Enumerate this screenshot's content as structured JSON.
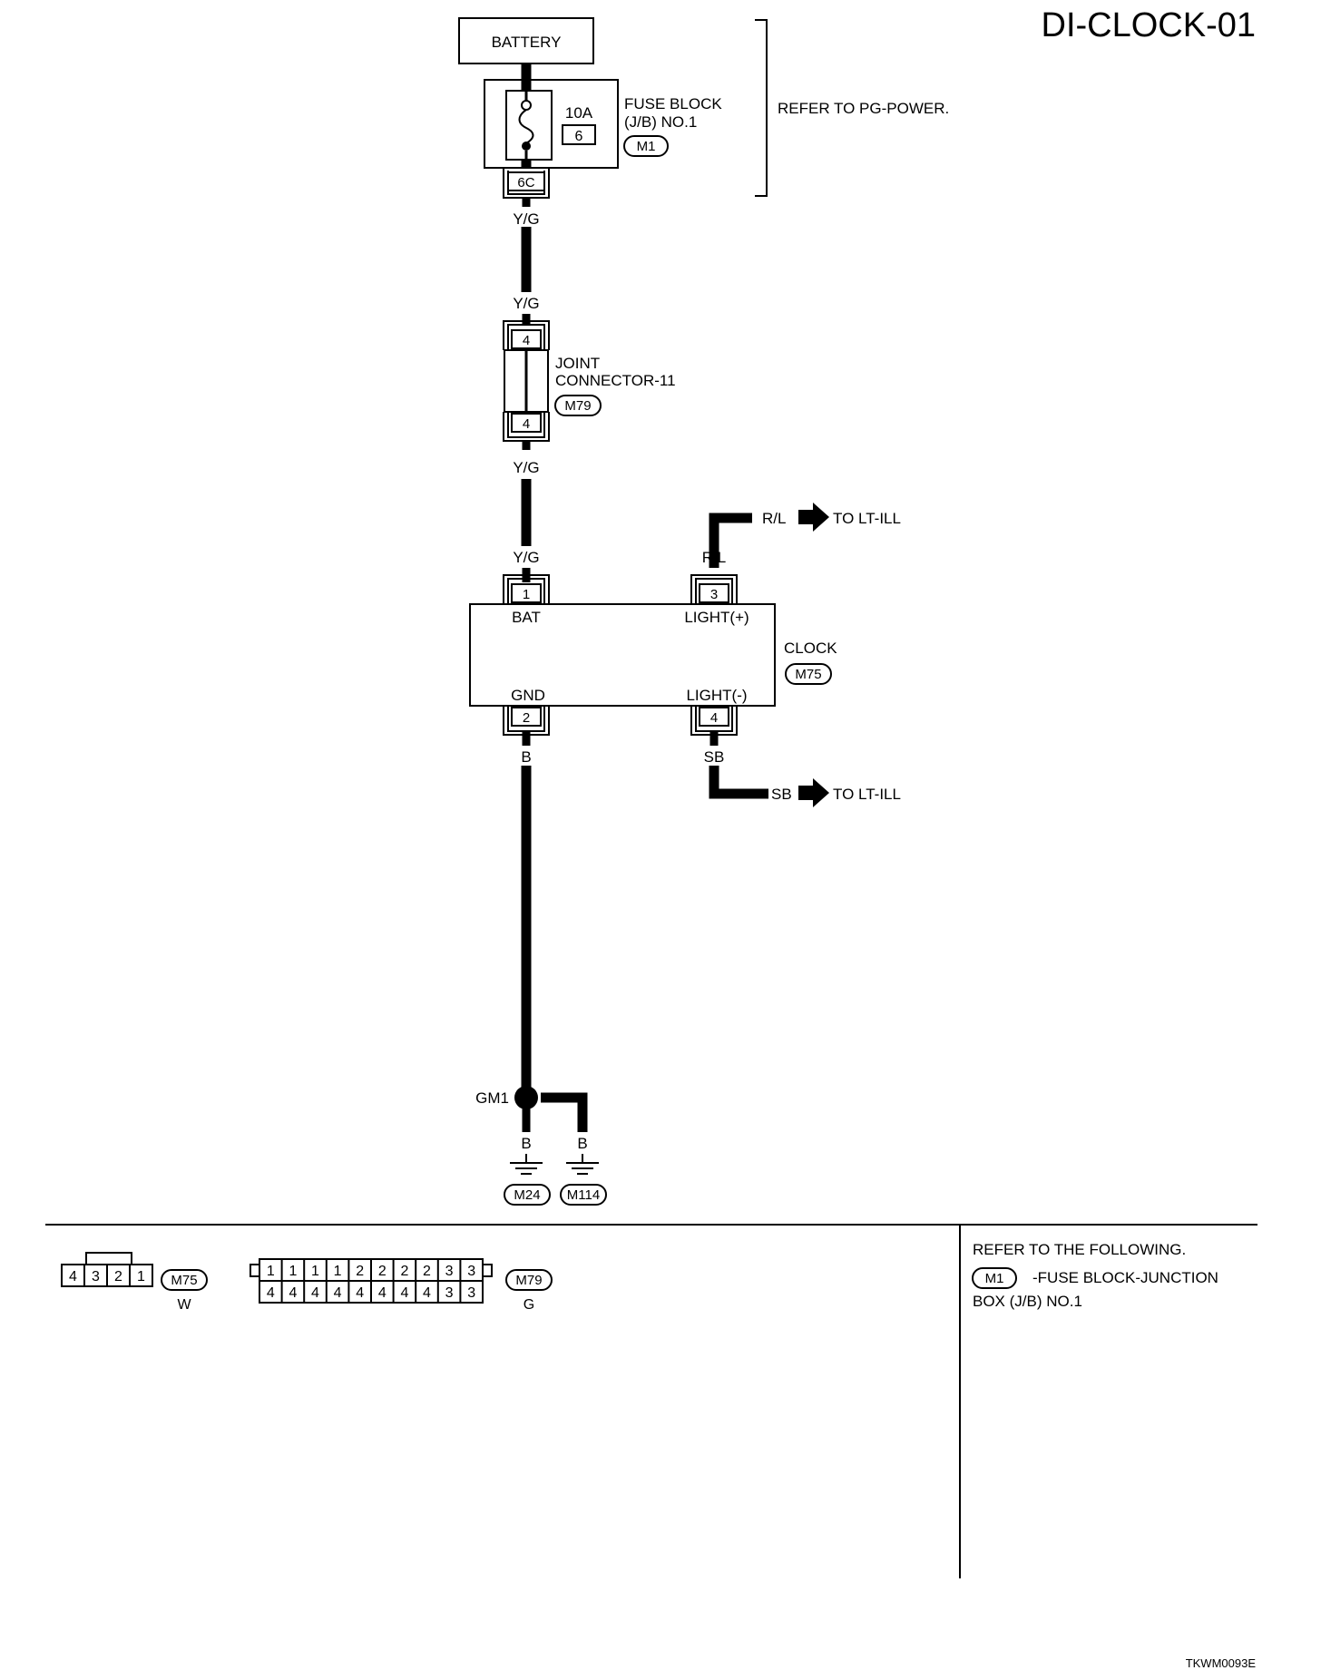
{
  "diagram_code": "DI-CLOCK-01",
  "image_code": "TKWM0093E",
  "battery": "BATTERY",
  "fuse_block": {
    "name_line1": "FUSE BLOCK",
    "name_line2": "(J/B) NO.1",
    "connector": "M1",
    "amperage": "10A",
    "fuse_number": "6",
    "terminal": "6C"
  },
  "refer_pg_power": "REFER TO PG-POWER.",
  "wires": {
    "battery_feed": "Y/G",
    "light_plus": "R/L",
    "light_minus": "SB",
    "ground": "B"
  },
  "joint_connector": {
    "name_line1": "JOINT",
    "name_line2": "CONNECTOR-11",
    "connector": "M79",
    "terminal_in": "4",
    "terminal_out": "4"
  },
  "clock": {
    "name": "CLOCK",
    "connector": "M75",
    "pins": {
      "bat": {
        "num": "1",
        "label": "BAT"
      },
      "light_plus": {
        "num": "3",
        "label": "LIGHT(+)"
      },
      "gnd": {
        "num": "2",
        "label": "GND"
      },
      "light_minus": {
        "num": "4",
        "label": "LIGHT(-)"
      }
    }
  },
  "destinations": {
    "light_plus": "TO LT-ILL",
    "light_minus": "TO LT-ILL"
  },
  "ground_point": "GM1",
  "grounds": [
    "M24",
    "M114"
  ],
  "connector_views": {
    "m75": {
      "id": "M75",
      "color": "W",
      "pins": [
        "4",
        "3",
        "2",
        "1"
      ]
    },
    "m79": {
      "id": "M79",
      "color": "G",
      "top_row": [
        "1",
        "1",
        "1",
        "1",
        "2",
        "2",
        "2",
        "2",
        "3",
        "3"
      ],
      "bottom_row": [
        "4",
        "4",
        "4",
        "4",
        "4",
        "4",
        "4",
        "4",
        "3",
        "3"
      ]
    }
  },
  "reference": {
    "heading": "REFER TO THE FOLLOWING.",
    "connector": "M1",
    "line1": "-FUSE BLOCK-JUNCTION",
    "line2": "BOX (J/B) NO.1"
  }
}
